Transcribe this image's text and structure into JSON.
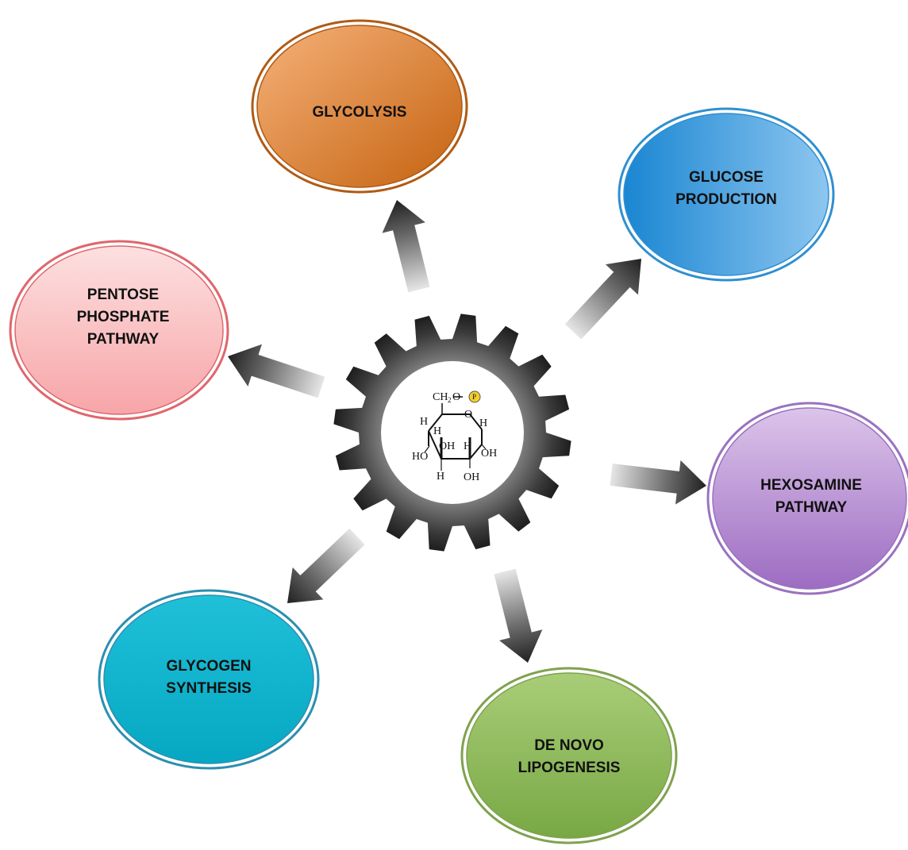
{
  "pathways": [
    {
      "id": "glycolysis",
      "lines": [
        "GLYCOLYSIS"
      ],
      "color_light": "#f6b27a",
      "color_dark": "#c4620f",
      "rim": "#b05a14"
    },
    {
      "id": "glucose-production",
      "lines": [
        "GLUCOSE",
        "PRODUCTION"
      ],
      "color_light": "#8dc6f0",
      "color_dark": "#1a86d2",
      "rim": "#2f8fd0"
    },
    {
      "id": "hexosamine-pathway",
      "lines": [
        "HEXOSAMINE",
        "PATHWAY"
      ],
      "color_light": "#dcc4ea",
      "color_dark": "#9d6cc2",
      "rim": "#9a72bf"
    },
    {
      "id": "de-novo-lipogenesis",
      "lines": [
        "DE NOVO",
        "LIPOGENESIS"
      ],
      "color_light": "#a9cd78",
      "color_dark": "#78a844",
      "rim": "#7fa24e"
    },
    {
      "id": "glycogen-synthesis",
      "lines": [
        "GLYCOGEN",
        "SYNTHESIS"
      ],
      "color_light": "#1fc0d8",
      "color_dark": "#06a7c2",
      "rim": "#2c8fb0"
    },
    {
      "id": "pentose-phosphate-pathway",
      "lines": [
        "PENTOSE",
        "PHOSPHATE",
        "PATHWAY"
      ],
      "color_light": "#fde0e0",
      "color_dark": "#f7a5a8",
      "rim": "#e0666c"
    }
  ],
  "center": {
    "molecule_labels": [
      "CH",
      "2",
      "O",
      "P",
      "H",
      "O",
      "H",
      "H",
      "OH",
      "H",
      "HO",
      "OH",
      "H",
      "OH"
    ],
    "gear_color": "#555555",
    "phosphate_color": "#f3cf2a"
  }
}
